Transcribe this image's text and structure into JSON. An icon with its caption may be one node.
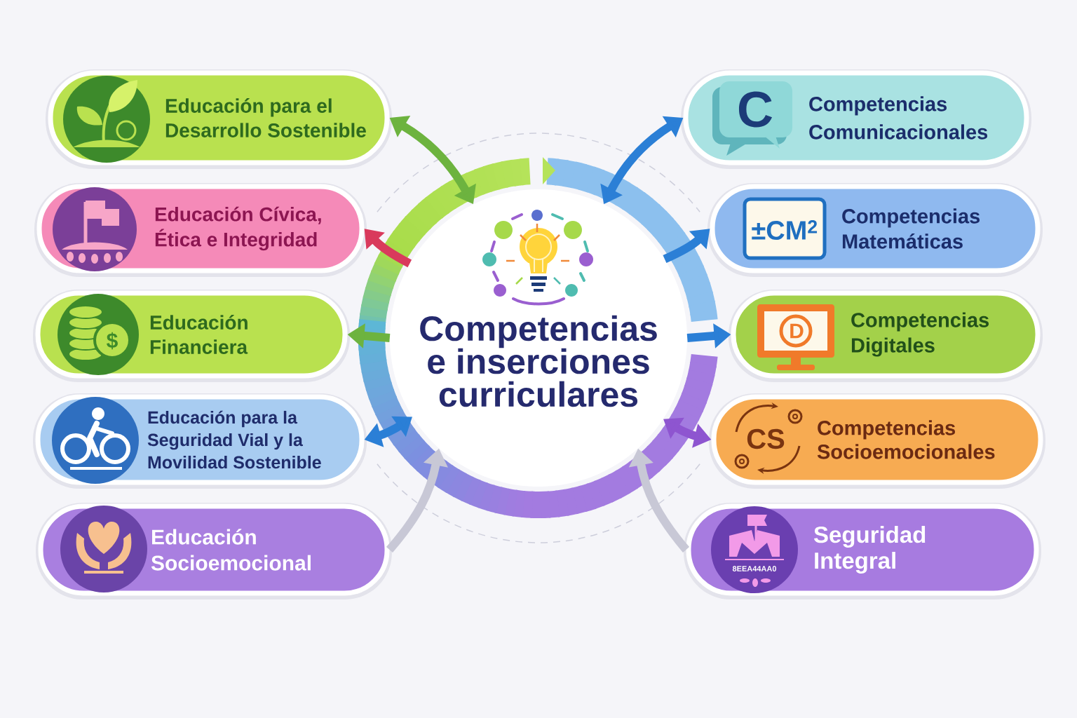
{
  "diagram": {
    "nodes": [
      {
        "text": [
          "Competencias e inserciones curriculares"
        ]
      },
      {
        "text": [
          "Educación para el Desarrollo Sostenible"
        ]
      },
      {
        "text": [
          "Educación Cívica, Ética e Integridad"
        ]
      },
      {
        "text": [
          "Educación Financiera"
        ]
      },
      {
        "text": [
          "Educación para la Seguridad Vial y la Movilidad Sostenible"
        ]
      },
      {
        "text": [
          "Educación Socioemocional"
        ]
      },
      {
        "text": [
          "Competencias Comunicacionales"
        ]
      },
      {
        "text": [
          "Competencias Matemáticas"
        ]
      },
      {
        "text": [
          "Competencias Digitales"
        ]
      },
      {
        "text": [
          "Competencias Socioemocionales"
        ]
      },
      {
        "text": [
          "Seguridad Integral"
        ]
      }
    ],
    "edges": [
      {
        "from": 0,
        "to": 1,
        "arrow": "both",
        "color": "#6db33f"
      },
      {
        "from": 0,
        "to": 2,
        "arrow": "to",
        "color": "#d93a5c"
      },
      {
        "from": 0,
        "to": 3,
        "arrow": "to",
        "color": "#6db33f"
      },
      {
        "from": 0,
        "to": 4,
        "arrow": "both"
      },
      {
        "from": 5,
        "to": 0,
        "arrow": "to",
        "color": "#c8c8d6"
      },
      {
        "from": 0,
        "to": 6,
        "arrow": "both"
      },
      {
        "from": 0,
        "to": 7,
        "arrow": "to"
      },
      {
        "from": 0,
        "to": 8,
        "arrow": "to"
      },
      {
        "from": 0,
        "to": 9,
        "arrow": "both",
        "color": "#8e55d0"
      },
      {
        "from": 10,
        "to": 0,
        "arrow": "to",
        "color": "#c8c8d6"
      }
    ],
    "labels": [
      "C",
      "±CM$^{2}$",
      "$",
      "D",
      "CS",
      "8EEA44AA0"
    ]
  }
}
